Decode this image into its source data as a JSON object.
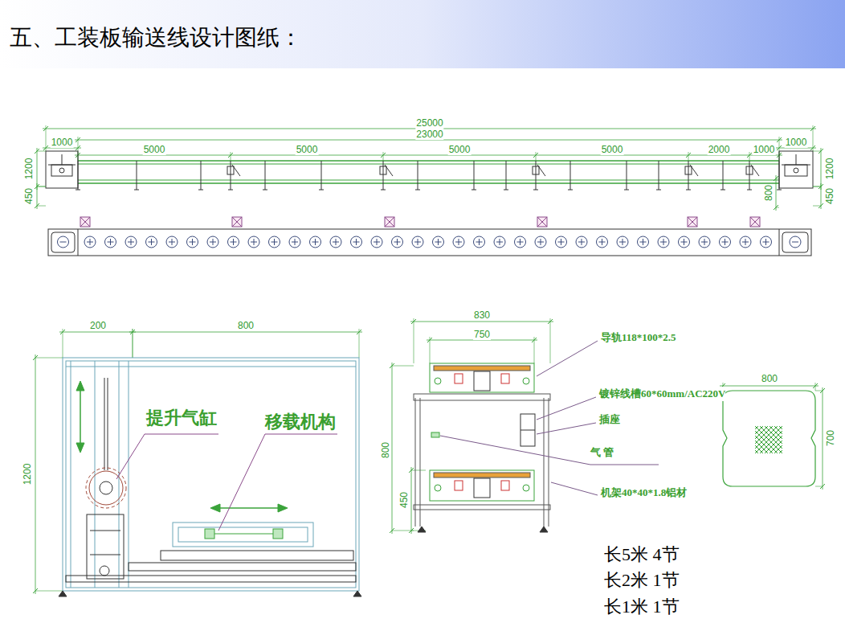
{
  "diagram": {
    "title": "五、工装板输送线设计图纸：",
    "labels": [
      "25000",
      "23000",
      "1000",
      "5000",
      "5000",
      "5000",
      "5000",
      "2000",
      "1000",
      "1000",
      "1200",
      "450",
      "1200",
      "800",
      "450",
      "200",
      "800",
      "1200",
      "提升气缸",
      "移载机构",
      "830",
      "750",
      "导轨118*100*2.5",
      "镀锌线槽60*60mm/AC220V",
      "插座",
      "气 管",
      "800",
      "450",
      "机架40*40*1.8铝材",
      "800",
      "700",
      "长5米 4节",
      "长2米 1节",
      "长1米 1节"
    ]
  }
}
